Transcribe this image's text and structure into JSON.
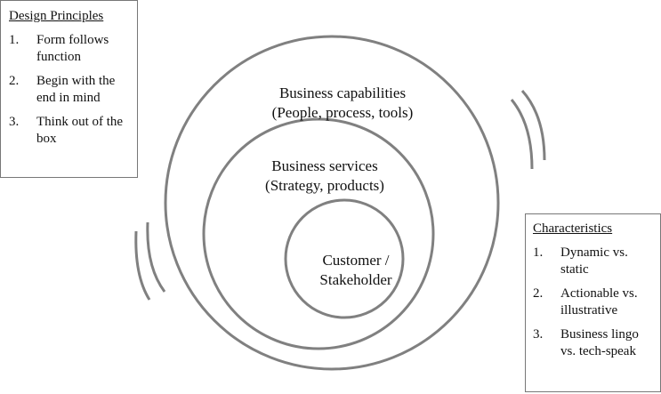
{
  "design_principles": {
    "title": "Design Principles",
    "items": [
      {
        "num": "1.",
        "text": "Form follows function"
      },
      {
        "num": "2.",
        "text": "Begin with the end in mind"
      },
      {
        "num": "3.",
        "text": "Think out of the box"
      }
    ]
  },
  "characteristics": {
    "title": "Characteristics",
    "items": [
      {
        "num": "1.",
        "text": "Dynamic vs. static"
      },
      {
        "num": "2.",
        "text": "Actionable vs. illustrative"
      },
      {
        "num": "3.",
        "text": "Business lingo vs. tech-speak"
      }
    ]
  },
  "circles": {
    "outer": {
      "line1": "Business capabilities",
      "line2": "(People, process, tools)"
    },
    "middle": {
      "line1": "Business services",
      "line2": "(Strategy, products)"
    },
    "inner": {
      "line1": "Customer /",
      "line2": "Stakeholder"
    }
  },
  "colors": {
    "stroke": "#808080"
  }
}
